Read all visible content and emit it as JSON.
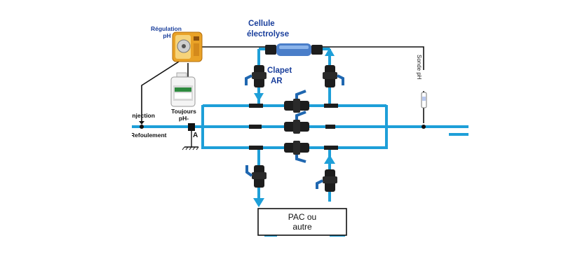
{
  "labels": {
    "regulation_line1": "Régulation",
    "regulation_line2": "pH",
    "cellule_line1": "Cellule",
    "cellule_line2": "électrolyse",
    "clapet_line1": "Clapet",
    "clapet_line2": "AR",
    "toujours_line1": "Toujours",
    "toujours_line2": "pH-",
    "injection": "Injection",
    "refoulement": "Refoulement",
    "point_a": "A",
    "sonde": "Sonde pH",
    "pac_line1": "PAC ou",
    "pac_line2": "autre"
  },
  "colors": {
    "pipe": "#1e9fd8",
    "valve": "#1d1d1d",
    "handle": "#1f67b0",
    "label_blue": "#1a3f9c",
    "pump": "#e9a227",
    "cell": "#4a7ec9"
  }
}
